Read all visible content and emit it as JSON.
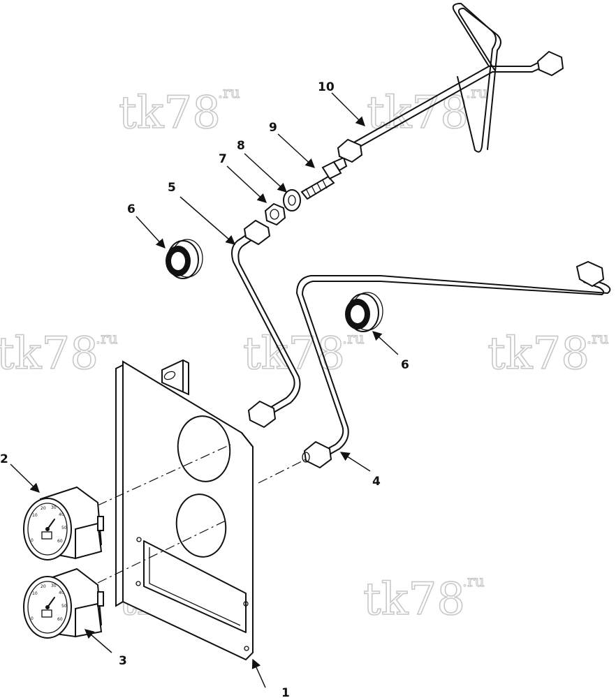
{
  "watermark": {
    "main": "tk78",
    "suffix": ".ru"
  },
  "callouts": {
    "c1": "1",
    "c2": "2",
    "c3": "3",
    "c4": "4",
    "c5": "5",
    "c6a": "6",
    "c6b": "6",
    "c7": "7",
    "c8": "8",
    "c9": "9",
    "c10": "10"
  }
}
